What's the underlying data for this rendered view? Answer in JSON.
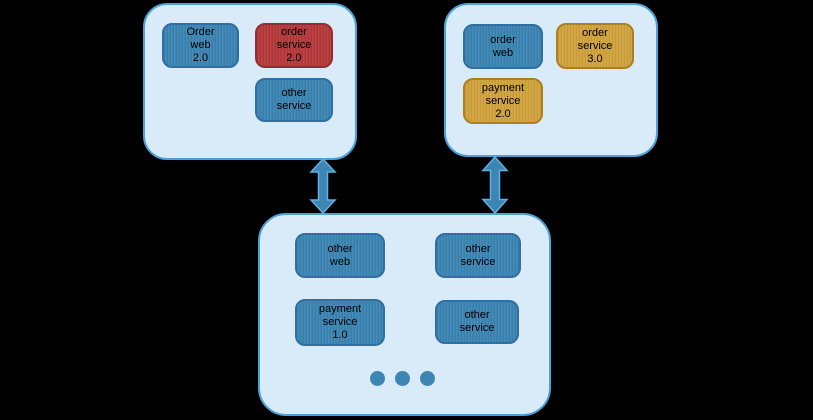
{
  "diagram": {
    "background": "black",
    "groups": {
      "top_left": {
        "name": "order application v2 group",
        "nodes": [
          {
            "name": "order-web-2-0",
            "label": "Order\nweb\n2.0",
            "variant": "blue"
          },
          {
            "name": "order-service-2-0",
            "label": "order\nservice\n2.0",
            "variant": "red"
          },
          {
            "name": "other-service",
            "label": "other\nservice",
            "variant": "blue"
          }
        ]
      },
      "top_right": {
        "name": "order application v3 group",
        "nodes": [
          {
            "name": "order-web",
            "label": "order\nweb",
            "variant": "blue"
          },
          {
            "name": "order-service-3-0",
            "label": "order\nservice\n3.0",
            "variant": "gold"
          },
          {
            "name": "payment-service-2-0",
            "label": "payment\nservice\n2.0",
            "variant": "gold"
          }
        ]
      },
      "bottom_shared": {
        "name": "shared services group",
        "nodes": [
          {
            "name": "other-web",
            "label": "other\nweb",
            "variant": "blue"
          },
          {
            "name": "other-service-1",
            "label": "other\nservice",
            "variant": "blue"
          },
          {
            "name": "payment-service-1-0",
            "label": "payment\nservice\n1.0",
            "variant": "blue"
          },
          {
            "name": "other-service-2",
            "label": "other\nservice",
            "variant": "blue"
          }
        ],
        "ellipsis_dots": 3
      }
    },
    "connectors": [
      {
        "name": "double-arrow-left",
        "type": "bidirectional-vertical",
        "from": "top_left",
        "to": "bottom_shared"
      },
      {
        "name": "double-arrow-right",
        "type": "bidirectional-vertical",
        "from": "top_right",
        "to": "bottom_shared"
      }
    ]
  },
  "colors": {
    "background": "#000000",
    "container_fill": "#d9eaf8",
    "container_border": "#4aa2d9",
    "blue_fill": "#3d86b4",
    "blue_border": "#2f6fa3",
    "red_fill": "#b73a3d",
    "red_border": "#942d31",
    "gold_fill": "#d2a43e",
    "gold_border": "#ad7f1f",
    "arrow_fill": "#3d86b4",
    "arrow_outline": "#5fb0e4",
    "text": "#000000"
  }
}
